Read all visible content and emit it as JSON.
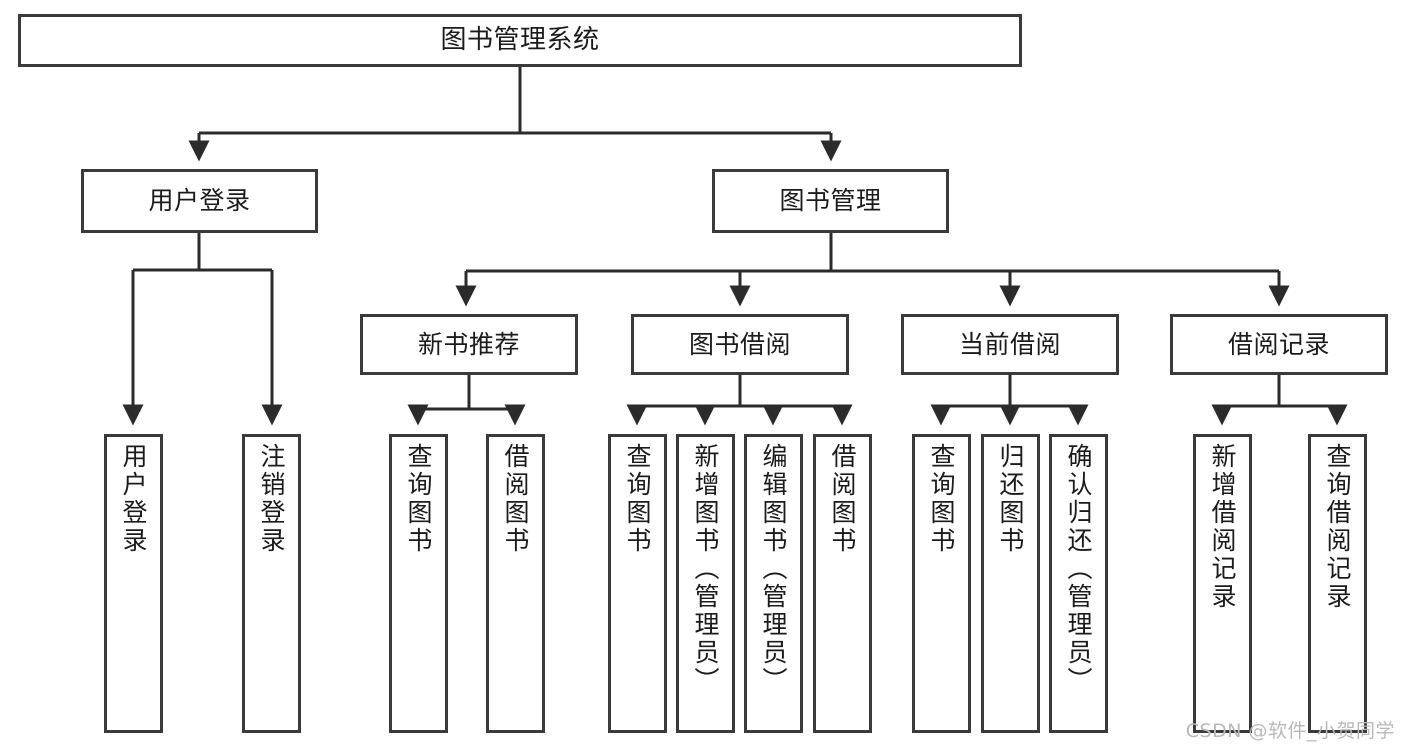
{
  "diagram": {
    "type": "tree-hierarchy-chart",
    "title": "图书管理系统",
    "watermark": "CSDN @软件_小贺同学",
    "colors": {
      "box_border": "#3a3a3a",
      "box_fill": "#ffffff",
      "edge": "#2b2b2b",
      "text": "#1b1b1b",
      "watermark": "#b9b9b9",
      "background": "#ffffff"
    },
    "nodes": {
      "root": {
        "label": "图书管理系统"
      },
      "level1": [
        {
          "id": "user-login",
          "label": "用户登录"
        },
        {
          "id": "book-manage",
          "label": "图书管理"
        }
      ],
      "level2": [
        {
          "id": "new-book-rec",
          "label": "新书推荐"
        },
        {
          "id": "book-borrow",
          "label": "图书借阅"
        },
        {
          "id": "current-borrow",
          "label": "当前借阅"
        },
        {
          "id": "borrow-record",
          "label": "借阅记录"
        }
      ],
      "leaves": {
        "user-login": [
          {
            "id": "leaf-user-login",
            "label": "用户登录"
          },
          {
            "id": "leaf-logout",
            "label": "注销登录"
          }
        ],
        "new-book-rec": [
          {
            "id": "leaf-query-book-1",
            "label": "查询图书"
          },
          {
            "id": "leaf-borrow-book-1",
            "label": "借阅图书"
          }
        ],
        "book-borrow": [
          {
            "id": "leaf-query-book-2",
            "label": "查询图书"
          },
          {
            "id": "leaf-add-book",
            "label": "新增图书（管理员）"
          },
          {
            "id": "leaf-edit-book",
            "label": "编辑图书（管理员）"
          },
          {
            "id": "leaf-borrow-book-2",
            "label": "借阅图书"
          }
        ],
        "current-borrow": [
          {
            "id": "leaf-query-book-3",
            "label": "查询图书"
          },
          {
            "id": "leaf-return-book",
            "label": "归还图书"
          },
          {
            "id": "leaf-confirm-return",
            "label": "确认归还（管理员）"
          }
        ],
        "borrow-record": [
          {
            "id": "leaf-add-record",
            "label": "新增借阅记录"
          },
          {
            "id": "leaf-query-record",
            "label": "查询借阅记录"
          }
        ]
      }
    }
  }
}
